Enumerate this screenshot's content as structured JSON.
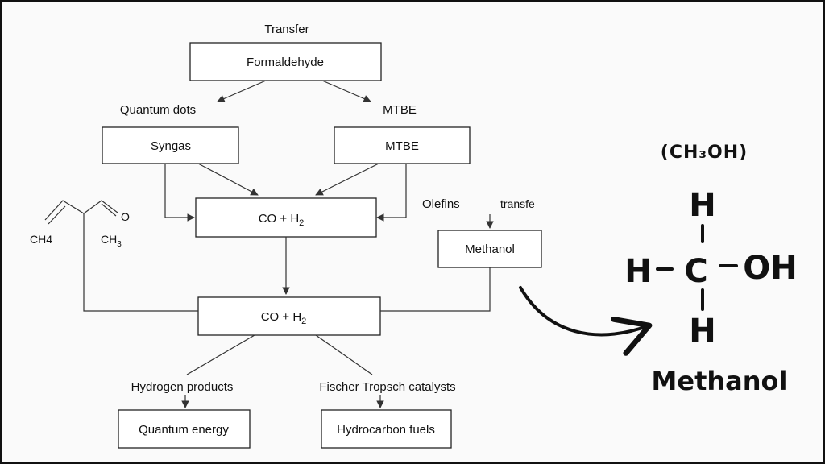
{
  "flowchart": {
    "labels": {
      "transfer": "Transfer",
      "quantum_dots": "Quantum dots",
      "mtbe": "MTBE",
      "olefins": "Olefins",
      "transfe": "transfe",
      "ch4": "CH4",
      "ch3": "CH",
      "ch3_sub": "3",
      "hydrogen_products": "Hydrogen products",
      "fischer_tropsch": "Fischer Tropsch catalysts"
    },
    "boxes": {
      "formaldehyde": "Formaldehyde",
      "syngas": "Syngas",
      "mtbe": "MTBE",
      "co_h2_upper_main": "CO + H",
      "co_h2_upper_sub": "2",
      "methanol": "Methanol",
      "co_h2_lower_main": "CO + H",
      "co_h2_lower_sub": "2",
      "quantum_energy": "Quantum energy",
      "hydrocarbon_fuels": "Hydrocarbon fuels"
    },
    "molecule_fragment": {
      "atom": "O"
    }
  },
  "structure": {
    "formula": "(CH₃OH)",
    "atoms": {
      "top": "H",
      "left": "H",
      "center": "C",
      "right": "OH",
      "bottom": "H"
    },
    "name": "Methanol"
  }
}
